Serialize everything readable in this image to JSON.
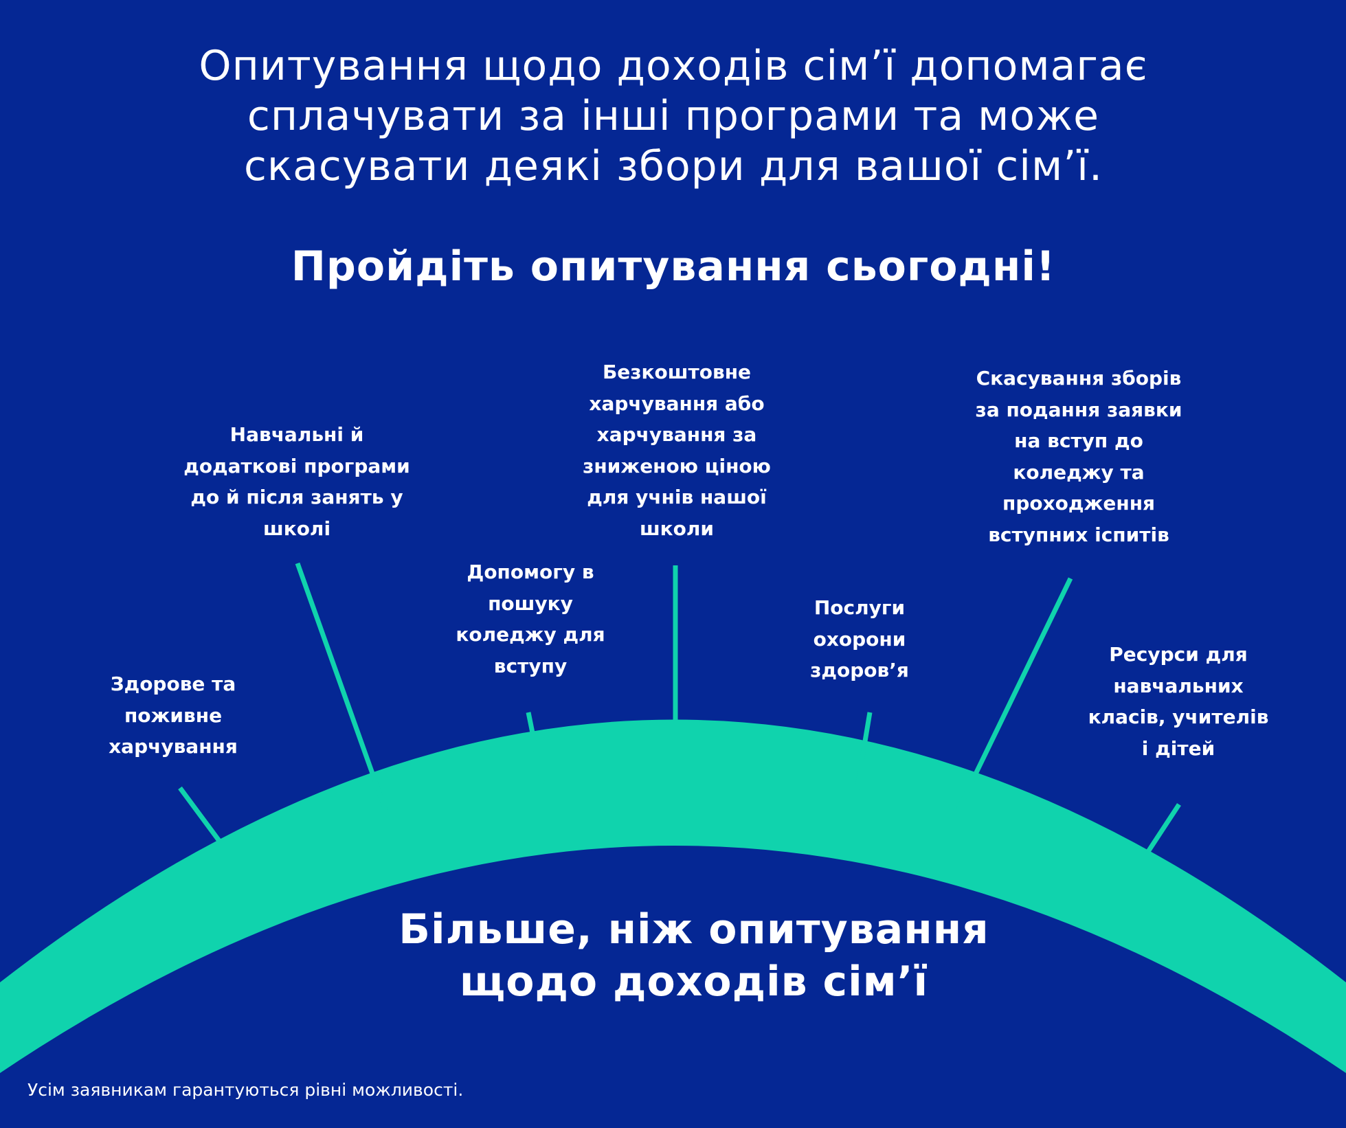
{
  "colors": {
    "background": "#052794",
    "accent": "#10d3ad",
    "text": "#ffffff"
  },
  "headline": {
    "lines": [
      "Опитування щодо доходів сім’ї допомагає",
      "сплачувати за інші програми та може",
      "скасувати деякі збори для вашої сім’ї."
    ]
  },
  "call_to_action": "Пройдіть опитування сьогодні!",
  "benefits": [
    {
      "lines": [
        "Здорове та",
        "поживне",
        "харчування"
      ]
    },
    {
      "lines": [
        "Навчальні й",
        "додаткові програми",
        "до й після занять у",
        "школі"
      ]
    },
    {
      "lines": [
        "Допомогу в",
        "пошуку",
        "коледжу для",
        "вступу"
      ]
    },
    {
      "lines": [
        "Безкоштовне",
        "харчування або",
        "харчування за",
        "зниженою ціною",
        "для учнів нашої",
        "школи"
      ]
    },
    {
      "lines": [
        "Послуги",
        "охорони",
        "здоров’я"
      ]
    },
    {
      "lines": [
        "Скасування зборів",
        "за подання заявки",
        "на вступ до",
        "коледжу та",
        "проходження",
        "вступних іспитів"
      ]
    },
    {
      "lines": [
        "Ресурси для",
        "навчальних",
        "класів, учителів",
        "і дітей"
      ]
    }
  ],
  "bottom_title": {
    "lines": [
      "Більше, ніж опитування",
      "щодо доходів сім’ї"
    ]
  },
  "footnote": "Усім заявникам гарантуються рівні можливості."
}
